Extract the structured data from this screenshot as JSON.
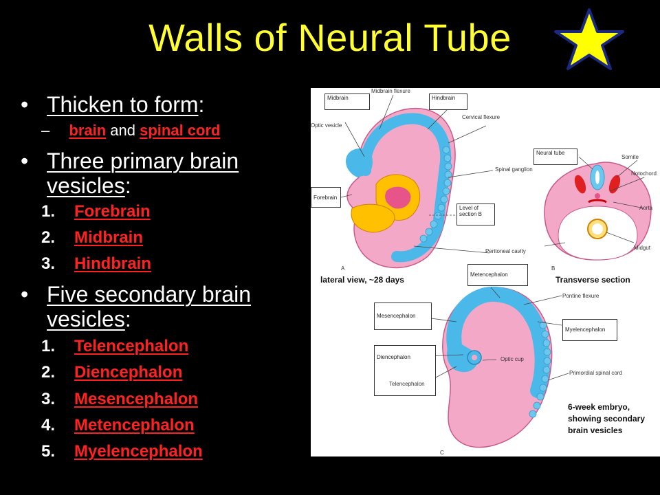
{
  "title": "Walls of Neural Tube",
  "star_icon": "star-icon",
  "colors": {
    "title": "#ffff33",
    "accent_red": "#ff2222",
    "background": "#000000",
    "star_fill": "#ffff00",
    "star_stroke": "#1a2a80"
  },
  "bullets": {
    "b1": {
      "text": "Thicken to form",
      "suffix": ":"
    },
    "b1_sub": {
      "dash": "–",
      "brain": "brain",
      "and": " and ",
      "spinal": "spinal cord"
    },
    "b2": {
      "text": "Three primary brain vesicles",
      "suffix": ":"
    },
    "primary": [
      {
        "num": "1.",
        "label": "Forebrain"
      },
      {
        "num": "2.",
        "label": "Midbrain"
      },
      {
        "num": "3.",
        "label": "Hindbrain"
      }
    ],
    "b3": {
      "text": "Five secondary brain vesicles",
      "suffix": ":"
    },
    "secondary": [
      {
        "num": "1.",
        "label": "Telencephalon"
      },
      {
        "num": "2.",
        "label": "Diencephalon"
      },
      {
        "num": "3.",
        "label": "Mesencephalon"
      },
      {
        "num": "4.",
        "label": "Metencephalon"
      },
      {
        "num": "5.",
        "label": "Myelencephalon"
      }
    ],
    "bullet_symbol": "•"
  },
  "figure": {
    "labels_a": {
      "midbrain": "Midbrain",
      "midbrain_flexure": "Midbrain flexure",
      "hindbrain": "Hindbrain",
      "optic_vesicle": "Optic vesicle",
      "cervical_flexure": "Cervical flexure",
      "spinal_ganglion": "Spinal ganglion",
      "forebrain": "Forebrain",
      "level_section": "Level of section B",
      "peritoneal": "Peritoneal cavity",
      "letter": "A"
    },
    "labels_b": {
      "neural_tube": "Neural tube",
      "somite": "Somite",
      "notochord": "Notochord",
      "aorta": "Aorta",
      "midgut": "Midgut",
      "letter": "B"
    },
    "labels_c": {
      "metencephalon": "Metencephalon",
      "pontine": "Pontine flexure",
      "mesencephalon": "Mesencephalon",
      "myelencephalon": "Myelencephalon",
      "diencephalon": "Diencephalon",
      "optic_cup": "Optic cup",
      "telencephalon": "Telencephalon",
      "primordial": "Primordial spinal cord",
      "letter": "C"
    },
    "caption_a": "lateral view, ~28 days",
    "caption_b": "Transverse section",
    "caption_c": "6-week embryo, showing secondary brain vesicles"
  }
}
